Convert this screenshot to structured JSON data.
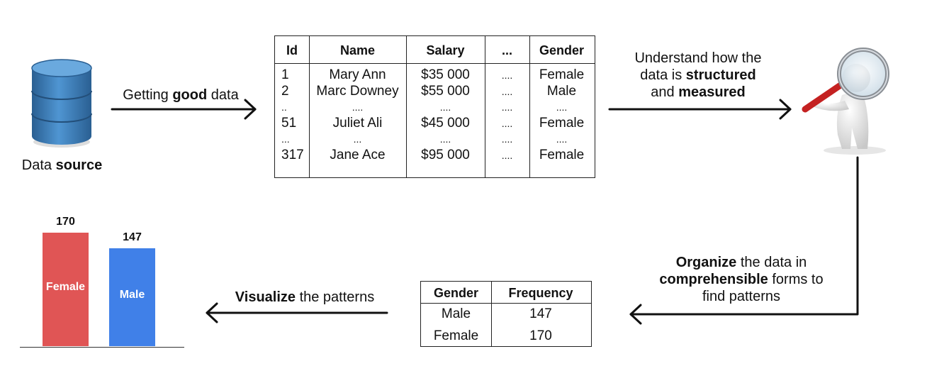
{
  "data_source": {
    "prefix": "Data ",
    "bold": "source"
  },
  "arrow_labels": {
    "good_data": {
      "a": "Getting ",
      "b": "good",
      "c": " data"
    },
    "understand": {
      "l1": "Understand how the",
      "l2a": "data is ",
      "l2b": "structured",
      "l3a": "and ",
      "l3b": "measured"
    },
    "organize": {
      "l1a": "Organize",
      "l1b": " the data in",
      "l2a": "comprehensible",
      "l2b": " forms to",
      "l3": "find patterns"
    },
    "visualize": {
      "a": "Visualize",
      "b": " the patterns"
    }
  },
  "main_table": {
    "headers": [
      "Id",
      "Name",
      "Salary",
      "...",
      "Gender"
    ],
    "columns": [
      [
        "1",
        "2",
        "..",
        "51",
        "...",
        "317"
      ],
      [
        "Mary Ann",
        "Marc Downey",
        "....",
        "Juliet Ali",
        "...",
        "Jane Ace"
      ],
      [
        "$35 000",
        "$55 000",
        "....",
        "$45 000",
        "....",
        "$95 000"
      ],
      [
        "....",
        "....",
        "....",
        "....",
        "....",
        "...."
      ],
      [
        "Female",
        "Male",
        "....",
        "Female",
        "....",
        "Female"
      ]
    ]
  },
  "freq_table": {
    "headers": [
      "Gender",
      "Frequency"
    ],
    "rows": [
      [
        "Male",
        "147"
      ],
      [
        "Female",
        "170"
      ]
    ]
  },
  "chart_data": {
    "type": "bar",
    "categories": [
      "Female",
      "Male"
    ],
    "values": [
      170,
      147
    ],
    "colors": [
      "#e05555",
      "#4080e8"
    ],
    "ylim": [
      0,
      170
    ]
  },
  "colors": {
    "db_blue": "#3a7fc1",
    "magnifier_red": "#cc2222"
  }
}
